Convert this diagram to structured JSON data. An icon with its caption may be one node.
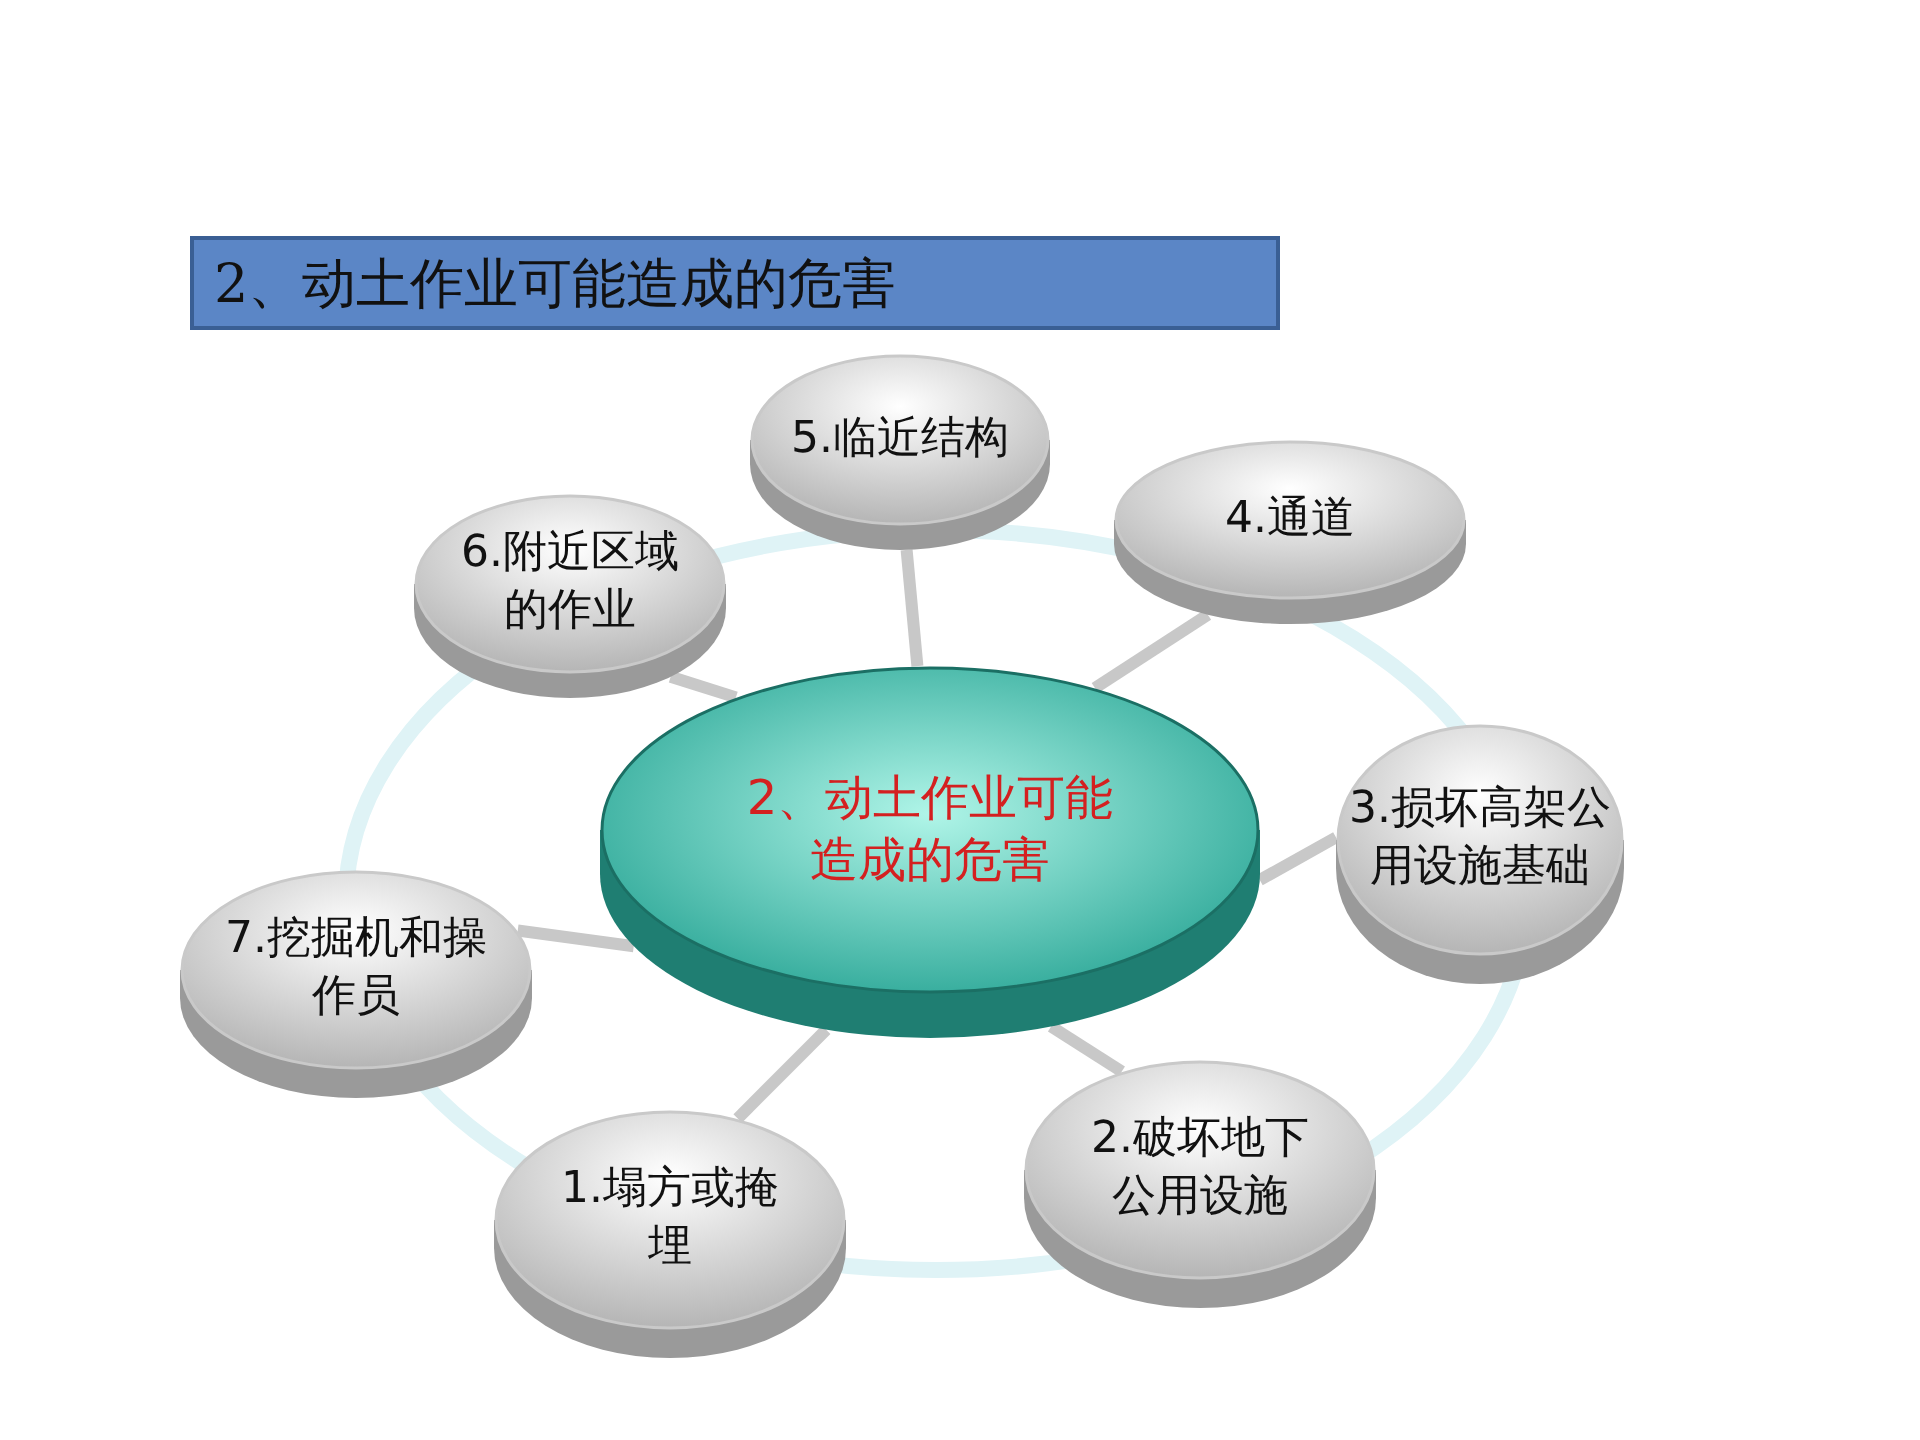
{
  "diagram": {
    "nodes": [
      {
        "text": [
          "2、动土作业可能造成的危害"
        ]
      },
      {
        "text": [
          "2、动土作业可能造成的危害"
        ]
      },
      {
        "text": [
          "5.临近结构"
        ]
      },
      {
        "text": [
          "6.附近区域的作业"
        ]
      },
      {
        "text": [
          "4.通道"
        ]
      },
      {
        "text": [
          "3.损坏高架公用设施基础"
        ]
      },
      {
        "text": [
          "7.挖掘机和操作员"
        ]
      },
      {
        "text": [
          "2.破坏地下公用设施"
        ]
      },
      {
        "text": [
          "1.塌方或掩埋"
        ]
      }
    ],
    "edges": [
      {
        "from": 1,
        "to": 2,
        "arrow": "none"
      },
      {
        "from": 1,
        "to": 3,
        "arrow": "none"
      },
      {
        "from": 1,
        "to": 4,
        "arrow": "none"
      },
      {
        "from": 1,
        "to": 5,
        "arrow": "none"
      },
      {
        "from": 1,
        "to": 6,
        "arrow": "none"
      },
      {
        "from": 1,
        "to": 7,
        "arrow": "none"
      },
      {
        "from": 1,
        "to": 8,
        "arrow": "none"
      }
    ]
  }
}
